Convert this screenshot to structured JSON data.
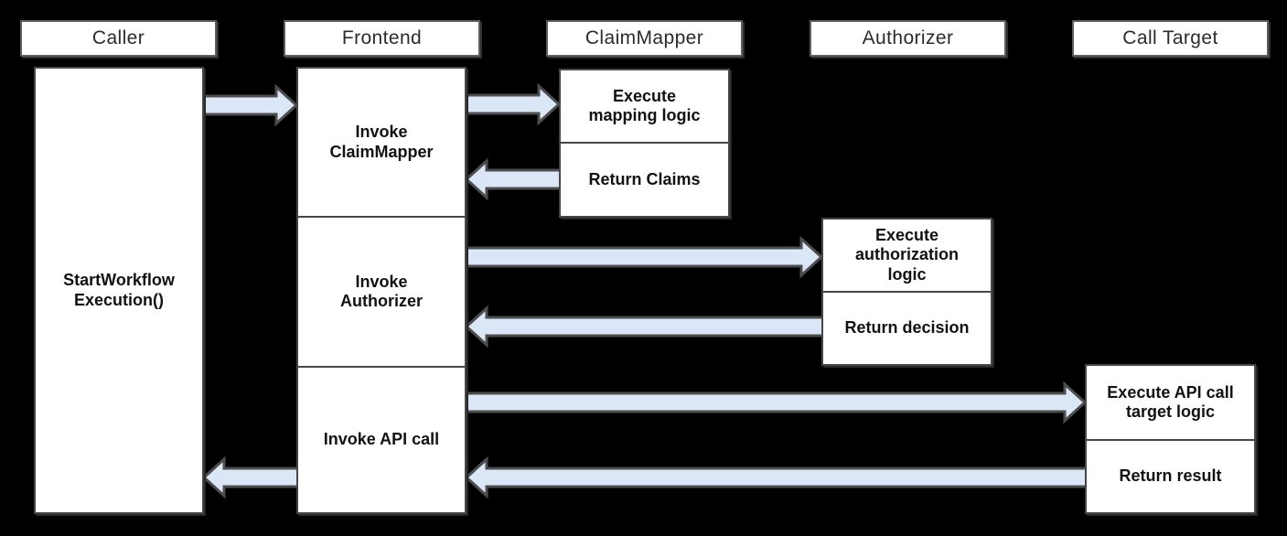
{
  "diagram": {
    "type": "sequence-diagram",
    "background_color": "#000000",
    "colors": {
      "box_fill": "#ffffff",
      "box_border": "#474747",
      "header_border": "#5e5e5e",
      "arrow_fill": "#dbe7f6",
      "arrow_stroke": "#4d4d4d",
      "text": "#121212"
    },
    "actors": [
      {
        "id": "caller",
        "label": "Caller"
      },
      {
        "id": "frontend",
        "label": "Frontend"
      },
      {
        "id": "claimmapper",
        "label": "ClaimMapper"
      },
      {
        "id": "authorizer",
        "label": "Authorizer"
      },
      {
        "id": "call-target",
        "label": "Call Target"
      }
    ],
    "activations": {
      "caller_start_workflow": "StartWorkflow\nExecution()",
      "frontend_invoke_claimmapper": "Invoke\nClaimMapper",
      "frontend_invoke_authorizer": "Invoke\nAuthorizer",
      "frontend_invoke_api_call": "Invoke API call",
      "claimmapper_execute": "Execute\nmapping logic",
      "claimmapper_return": "Return Claims",
      "authorizer_execute": "Execute\nauthorization\nlogic",
      "authorizer_return": "Return decision",
      "calltarget_execute": "Execute API call\ntarget logic",
      "calltarget_return": "Return result"
    },
    "flows": [
      {
        "from": "Caller",
        "to": "Frontend",
        "direction": "right"
      },
      {
        "from": "Frontend",
        "to": "ClaimMapper",
        "direction": "right"
      },
      {
        "from": "ClaimMapper",
        "to": "Frontend",
        "direction": "left"
      },
      {
        "from": "Frontend",
        "to": "Authorizer",
        "direction": "right"
      },
      {
        "from": "Authorizer",
        "to": "Frontend",
        "direction": "left"
      },
      {
        "from": "Frontend",
        "to": "Call Target",
        "direction": "right"
      },
      {
        "from": "Call Target",
        "to": "Frontend",
        "direction": "left"
      },
      {
        "from": "Frontend",
        "to": "Caller",
        "direction": "left"
      }
    ]
  }
}
